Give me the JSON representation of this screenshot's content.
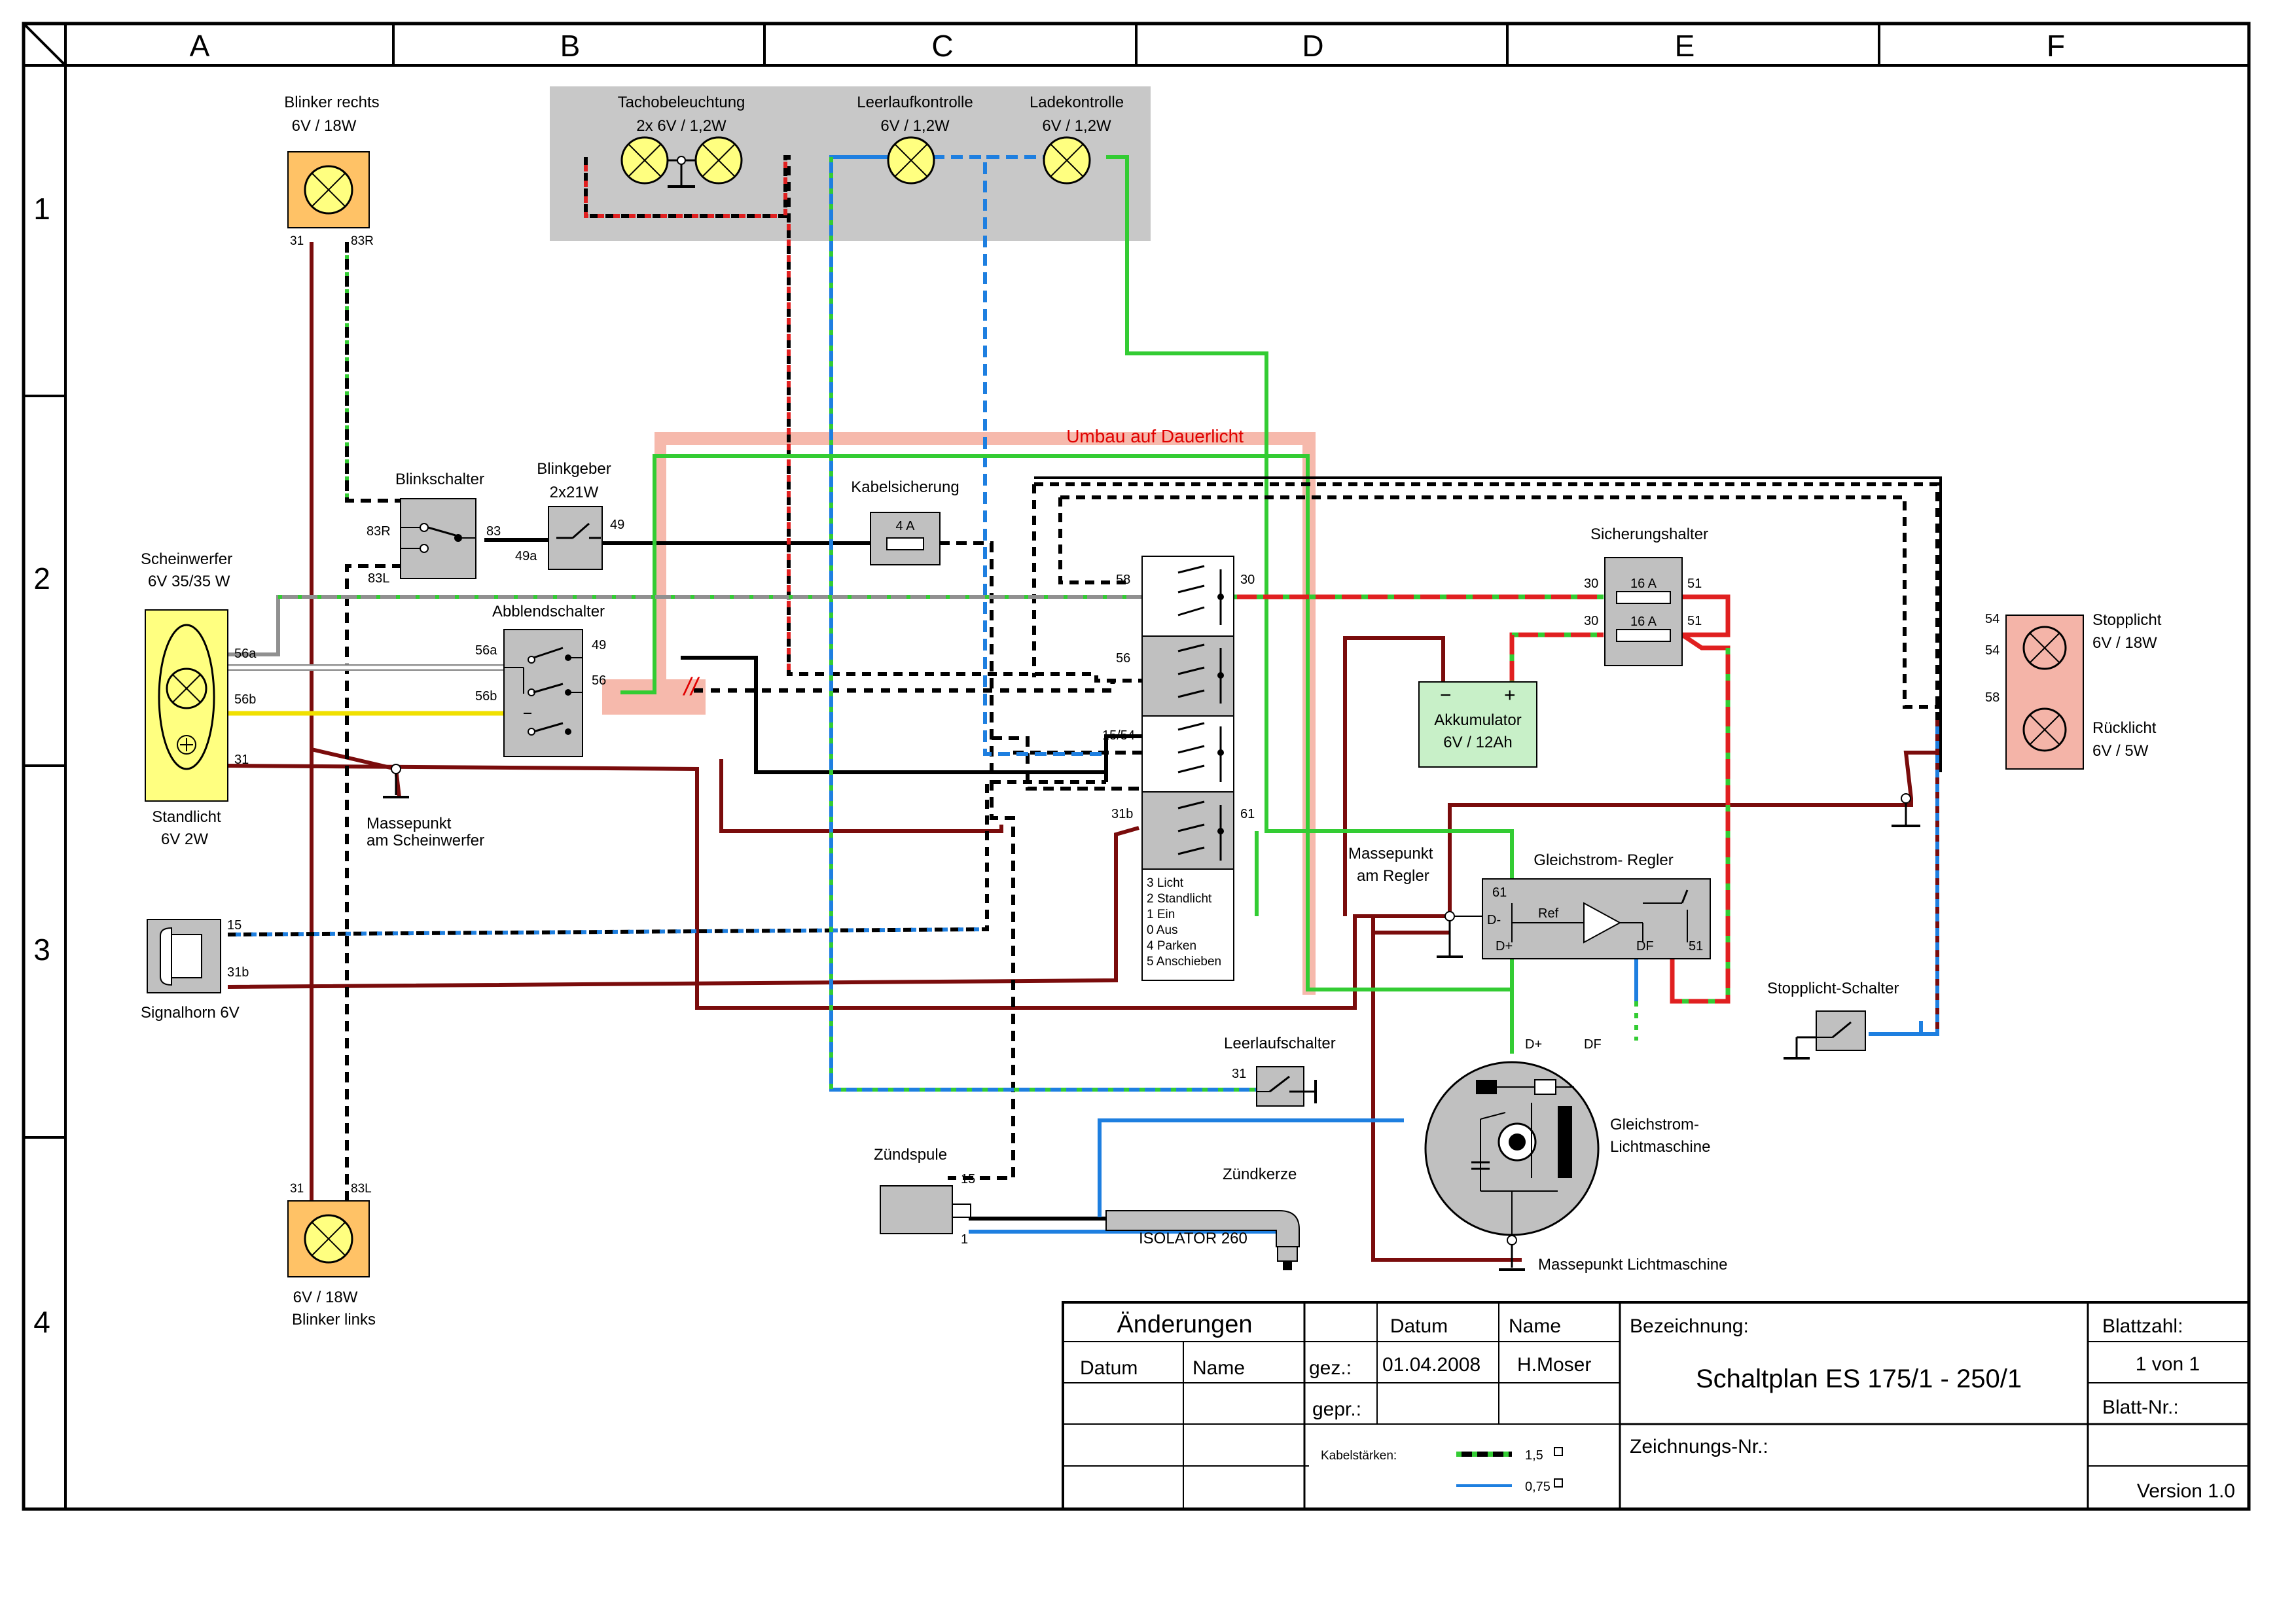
{
  "grid": {
    "columns": [
      "A",
      "B",
      "C",
      "D",
      "E",
      "F"
    ],
    "rows": [
      "1",
      "2",
      "3",
      "4"
    ]
  },
  "colors": {
    "wire_brown": "#7a0c0c",
    "wire_black": "#000000",
    "wire_green": "#33cc33",
    "wire_blue": "#1e7fe0",
    "wire_red": "#e02020",
    "wire_grey": "#909090",
    "wire_yellow": "#f0e000",
    "lamp_yellow": "#ffff80",
    "blinker_orange": "#ffc266",
    "rear_pink": "#f4b4a8",
    "battery_green": "#c8f0c8",
    "component_grey": "#c0c0c0",
    "panel_grey": "#c8c8c8",
    "dauerlicht_salmon": "#f6b9ac",
    "dauerlicht_text": "#e00000"
  },
  "components": {
    "blinker_rechts": {
      "name": "Blinker rechts",
      "spec": "6V / 18W",
      "t1": "31",
      "t2": "83R"
    },
    "blinker_links": {
      "name": "Blinker links",
      "spec": "6V / 18W",
      "t1": "31",
      "t2": "83L"
    },
    "tacho": {
      "name": "Tachobeleuchtung",
      "spec": "2x 6V / 1,2W"
    },
    "leerlaufkontrolle": {
      "name": "Leerlaufkontrolle",
      "spec": "6V / 1,2W"
    },
    "ladekontrolle": {
      "name": "Ladekontrolle",
      "spec": "6V / 1,2W"
    },
    "dauerlicht": {
      "label": "Umbau auf Dauerlicht",
      "mark": "//"
    },
    "blinkschalter": {
      "name": "Blinkschalter",
      "t1": "83R",
      "t2": "83",
      "t3": "83L"
    },
    "blinkgeber": {
      "name": "Blinkgeber",
      "spec": "2x21W",
      "t1": "49a",
      "t2": "49"
    },
    "kabelsicherung": {
      "name": "Kabelsicherung",
      "fuse": "4 A"
    },
    "scheinwerfer": {
      "name": "Scheinwerfer",
      "spec": "6V 35/35 W",
      "t1": "56a",
      "t2": "56b",
      "t3": "31"
    },
    "standlicht": {
      "name": "Standlicht",
      "spec": "6V 2W"
    },
    "massepunkt_scheinwerfer": {
      "line1": "Massepunkt",
      "line2": "am Scheinwerfer"
    },
    "abblendschalter": {
      "name": "Abblendschalter",
      "t_in": "56",
      "t_out1": "56a",
      "t_out2": "56b",
      "t_49": "49",
      "t_56a": "56a",
      "t_56b": "56b"
    },
    "zuendschloss": {
      "t58": "58",
      "t56": "56",
      "t1554": "15/54",
      "t31b": "31b",
      "t30": "30",
      "t61": "61",
      "legend": [
        "3 Licht",
        "2 Standlicht",
        "1 Ein",
        "0 Aus",
        "4 Parken",
        "5 Anschieben"
      ]
    },
    "sicherungshalter": {
      "name": "Sicherungshalter",
      "fuse1": "16 A",
      "fuse2": "16 A",
      "t30a": "30",
      "t51a": "51",
      "t30b": "30",
      "t51b": "51"
    },
    "akkumulator": {
      "name": "Akkumulator",
      "spec": "6V / 12Ah",
      "minus": "−",
      "plus": "+"
    },
    "stopplicht": {
      "name": "Stopplicht",
      "spec": "6V / 18W",
      "t1": "54",
      "t2": "54"
    },
    "ruecklicht": {
      "name": "Rücklicht",
      "spec": "6V / 5W",
      "t1": "58"
    },
    "massepunkt_regler": {
      "line1": "Massepunkt",
      "line2": "am Regler"
    },
    "regler": {
      "name": "Gleichstrom- Regler",
      "t61": "61",
      "tdminus": "D-",
      "tdplus": "D+",
      "tdf": "DF",
      "t51": "51",
      "ref": "Ref"
    },
    "signalhorn": {
      "name": "Signalhorn  6V",
      "t15": "15",
      "t31b": "31b"
    },
    "stopplicht_schalter": {
      "name": "Stopplicht-Schalter"
    },
    "leerlaufschalter": {
      "name": "Leerlaufschalter",
      "t31": "31"
    },
    "lichtmaschine": {
      "line1": "Gleichstrom-",
      "line2": "Lichtmaschine",
      "tdplus": "D+",
      "tdf": "DF"
    },
    "massepunkt_lima": {
      "label": "Massepunkt  Lichtmaschine"
    },
    "zuendspule": {
      "name": "Zündspule",
      "t15": "15",
      "t1": "1"
    },
    "zuendkerze": {
      "name": "Zündkerze",
      "type": "ISOLATOR 260"
    }
  },
  "titleblock": {
    "aenderungen": "Änderungen",
    "datum_h": "Datum",
    "name_h": "Name",
    "col_datum": "Datum",
    "col_name": "Name",
    "gez": "gez.:",
    "gez_date": "01.04.2008",
    "gez_name": "H.Moser",
    "gepr": "gepr.:",
    "bezeichnung": "Bezeichnung:",
    "title": "Schaltplan ES 175/1 - 250/1",
    "zeichnungsnr": "Zeichnungs-Nr.:",
    "blattzahl": "Blattzahl:",
    "blattzahl_val": "1 von 1",
    "blattnr": "Blatt-Nr.:",
    "version": "Version 1.0",
    "kabelstaerken": "Kabelstärken:",
    "k1": "1,5",
    "k2": "0,75"
  }
}
